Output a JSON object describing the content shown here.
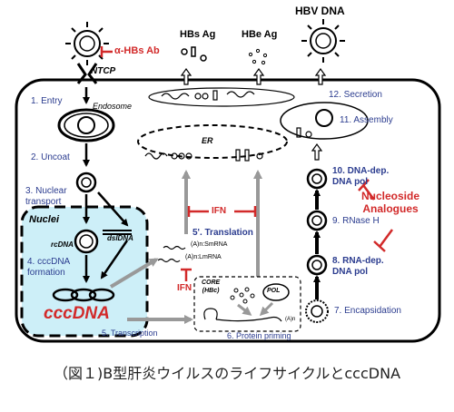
{
  "top": {
    "hbs_ag": "HBs Ag",
    "hbe_ag": "HBe Ag",
    "hbv_dna": "HBV DNA",
    "antibody": "α-HBs Ab",
    "ntcp": "NTCP"
  },
  "steps": {
    "entry": "1. Entry",
    "endosome": "Endosome",
    "uncoat": "2. Uncoat",
    "nuclear_transport": "3. Nuclear\ntransport",
    "nuclei": "Nuclei",
    "rcdna": "rcDNA",
    "dsldna": "dslDNA",
    "cccdna_formation": "4. cccDNA\nformation",
    "cccdna": "cccDNA",
    "transcription": "5. Transcription",
    "protein_priming": "6. Protein priming",
    "encapsidation": "7. Encapsidation",
    "rna_dep_pol": "8. RNA-dep.\nDNA pol",
    "rnase_h": "9. RNase H",
    "dna_dep_pol": "10. DNA-dep.\nDNA pol",
    "assembly": "11. Assembly",
    "secretion": "12. Secretion"
  },
  "cyto": {
    "er": "ER",
    "ifn_top": "IFN",
    "ifn_low": "IFN",
    "translation": "5'. Translation",
    "smrna": "(A)n:SmRNA",
    "lmrna": "(A)n:LmRNA",
    "core": "CORE\n(HBc)",
    "pol": "POL",
    "an": "(A)n",
    "nucleoside": "Nucleoside\nAnalogues"
  },
  "caption": "（図１)B型肝炎ウイルスのライフサイクルとcccDNA",
  "colors": {
    "step_text": "#2b3c8f",
    "inhibitor": "#d22a2a",
    "nucleus_fill": "#cdeff8",
    "cccdna_text": "#d22a2a"
  }
}
